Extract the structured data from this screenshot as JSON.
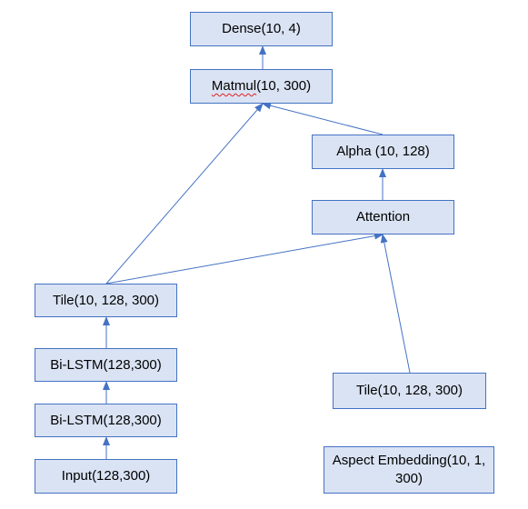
{
  "diagram": {
    "nodes": {
      "dense": {
        "label": "Dense(10, 4)"
      },
      "matmul": {
        "word": "Matmul",
        "rest": "(10, 300)"
      },
      "alpha": {
        "label": "Alpha (10, 128)"
      },
      "attention": {
        "label": "Attention"
      },
      "tile_left": {
        "label": "Tile(10, 128, 300)"
      },
      "bilstm_top": {
        "label": "Bi-LSTM(128,300)"
      },
      "bilstm_bottom": {
        "label": "Bi-LSTM(128,300)"
      },
      "input": {
        "label": "Input(128,300)"
      },
      "tile_right": {
        "label": "Tile(10, 128, 300)"
      },
      "aspect_embedding": {
        "label": "Aspect Embedding(10, 1, 300)"
      }
    },
    "edges": [
      {
        "from": "input",
        "to": "bilstm_bottom"
      },
      {
        "from": "bilstm_bottom",
        "to": "bilstm_top"
      },
      {
        "from": "bilstm_top",
        "to": "tile_left"
      },
      {
        "from": "tile_left",
        "to": "matmul"
      },
      {
        "from": "tile_left",
        "to": "attention"
      },
      {
        "from": "tile_right",
        "to": "attention"
      },
      {
        "from": "attention",
        "to": "alpha"
      },
      {
        "from": "alpha",
        "to": "matmul"
      },
      {
        "from": "matmul",
        "to": "dense"
      }
    ],
    "colors": {
      "node_fill": "#dae3f3",
      "node_border": "#4472c4",
      "edge": "#4472c4",
      "spellcheck_underline": "#e02020"
    }
  }
}
